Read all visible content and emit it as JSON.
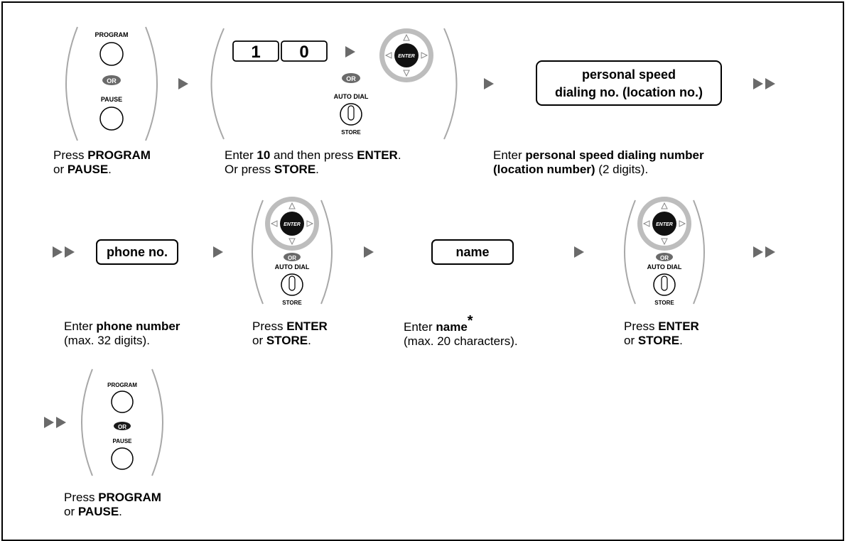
{
  "labels": {
    "program": "PROGRAM",
    "pause": "PAUSE",
    "or": "OR",
    "auto_dial": "AUTO DIAL",
    "store": "STORE",
    "enter": "ENTER",
    "key_1": "1",
    "key_0": "0",
    "speed_no_line1": "personal speed",
    "speed_no_line2": "dialing no. (location no.)",
    "phone_no": "phone no.",
    "name": "name"
  },
  "captions": {
    "step1": {
      "l1a": "Press ",
      "l1b": "PROGRAM",
      "l2a": "or ",
      "l2b": "PAUSE",
      "l2c": "."
    },
    "step2": {
      "l1a": "Enter ",
      "l1b": "10",
      "l1c": " and then press ",
      "l1d": "ENTER",
      "l1e": ".",
      "l2a": "Or press ",
      "l2b": "STORE",
      "l2c": "."
    },
    "step3": {
      "l1a": "Enter ",
      "l1b": "personal speed dialing number",
      "l2a": "(location number)",
      "l2b": " (2 digits)."
    },
    "step4": {
      "l1a": "Enter ",
      "l1b": "phone number",
      "l2a": "(max. 32 digits)."
    },
    "step5": {
      "l1a": "Press ",
      "l1b": "ENTER",
      "l2a": "or ",
      "l2b": "STORE",
      "l2c": "."
    },
    "step6": {
      "l1a": "Enter ",
      "l1b": "name",
      "l1c": "*",
      "l2a": "(max. 20 characters)."
    },
    "step7": {
      "l1a": "Press ",
      "l1b": "ENTER",
      "l2a": "or ",
      "l2b": "STORE",
      "l2c": "."
    },
    "step8": {
      "l1a": "Press ",
      "l1b": "PROGRAM",
      "l2a": "or ",
      "l2b": "PAUSE",
      "l2c": "."
    }
  },
  "colors": {
    "line": "#000000",
    "paren": "#a8a8a8",
    "dpad_ring": "#bdbdbd",
    "arrow": "#6a6a6a",
    "or_badge": "#6a6a6a",
    "or_badge_dark": "#1a1a1a"
  }
}
